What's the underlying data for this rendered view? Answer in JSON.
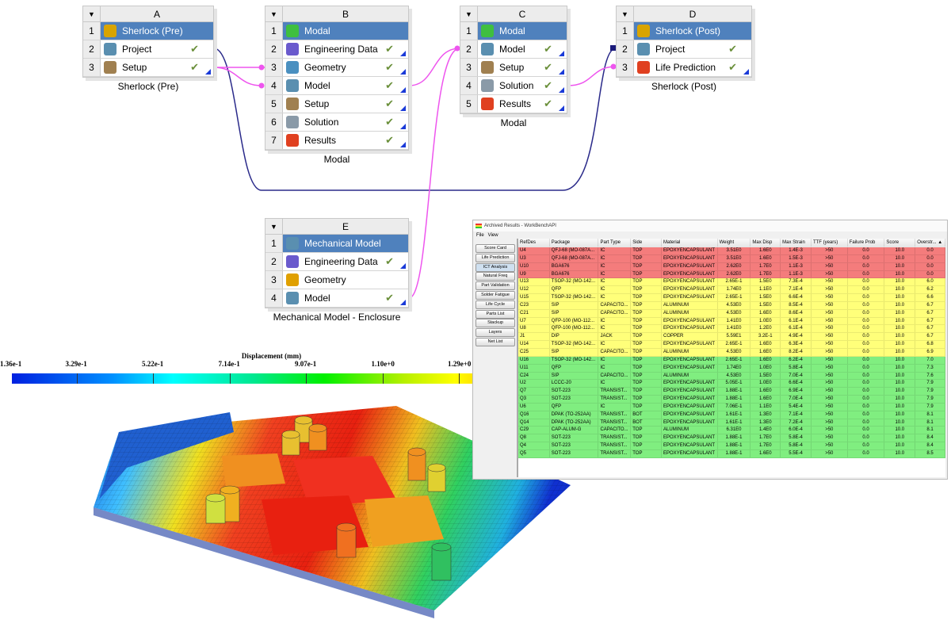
{
  "systems": [
    {
      "id": "A",
      "caption": "Sherlock (Pre)",
      "rows": [
        {
          "label": "Sherlock (Pre)",
          "icon": "gears-icon",
          "color": "#d9a400"
        },
        {
          "label": "Project",
          "icon": "model-icon",
          "color": "#5a8fb0",
          "check": true
        },
        {
          "label": "Setup",
          "icon": "setup-icon",
          "color": "#a08050",
          "check": true,
          "flag": true
        }
      ]
    },
    {
      "id": "B",
      "caption": "Modal",
      "rows": [
        {
          "label": "Modal",
          "icon": "modal-icon",
          "color": "#3fbf3f"
        },
        {
          "label": "Engineering Data",
          "icon": "book-icon",
          "color": "#6a5acd",
          "check": true,
          "flag": true
        },
        {
          "label": "Geometry",
          "icon": "geometry-icon",
          "color": "#4a90c0",
          "check": true,
          "flag": true
        },
        {
          "label": "Model",
          "icon": "model-icon",
          "color": "#5a8fb0",
          "check": true,
          "flag": true
        },
        {
          "label": "Setup",
          "icon": "setup-icon",
          "color": "#a08050",
          "check": true,
          "flag": true
        },
        {
          "label": "Solution",
          "icon": "solution-icon",
          "color": "#8a9aa8",
          "check": true,
          "flag": true
        },
        {
          "label": "Results",
          "icon": "results-icon",
          "color": "#e04020",
          "check": true,
          "flag": true
        }
      ]
    },
    {
      "id": "C",
      "caption": "Modal",
      "rows": [
        {
          "label": "Modal",
          "icon": "modal-icon",
          "color": "#3fbf3f"
        },
        {
          "label": "Model",
          "icon": "model-icon",
          "color": "#5a8fb0",
          "check": true,
          "flag": true
        },
        {
          "label": "Setup",
          "icon": "setup-icon",
          "color": "#a08050",
          "check": true,
          "flag": true
        },
        {
          "label": "Solution",
          "icon": "solution-icon",
          "color": "#8a9aa8",
          "check": true,
          "flag": true
        },
        {
          "label": "Results",
          "icon": "results-icon",
          "color": "#e04020",
          "check": true,
          "flag": true
        }
      ]
    },
    {
      "id": "D",
      "caption": "Sherlock (Post)",
      "rows": [
        {
          "label": "Sherlock (Post)",
          "icon": "gears-icon",
          "color": "#d9a400"
        },
        {
          "label": "Project",
          "icon": "model-icon",
          "color": "#5a8fb0",
          "check": true
        },
        {
          "label": "Life Prediction",
          "icon": "results-icon",
          "color": "#e04020",
          "check": true,
          "flag": true
        }
      ]
    },
    {
      "id": "E",
      "caption": "Mechanical Model - Enclosure",
      "rows": [
        {
          "label": "Mechanical Model",
          "icon": "model-icon",
          "color": "#5a8fb0"
        },
        {
          "label": "Engineering Data",
          "icon": "book-icon",
          "color": "#6a5acd",
          "check": true,
          "flag": true
        },
        {
          "label": "Geometry",
          "icon": "geometry-icon",
          "color": "#e0a000"
        },
        {
          "label": "Model",
          "icon": "model-icon",
          "color": "#5a8fb0",
          "check": true,
          "flag": true
        }
      ]
    }
  ],
  "legend": {
    "title": "Displacement (mm)",
    "ticks": [
      "1.36e-1",
      "3.29e-1",
      "5.22e-1",
      "7.14e-1",
      "9.07e-1",
      "1.10e+0",
      "1.29e+0"
    ]
  },
  "results_window": {
    "title": "Archived Results - WorkBenchAPI",
    "menu": [
      "File",
      "View"
    ],
    "tabs": [
      "Score Card",
      "Life Prediction",
      "ICT Analysis",
      "Natural Freq",
      "Part Validation",
      "Solder Fatigue",
      "Life Cycle",
      "Parts List",
      "Stackup",
      "Layers",
      "Net List"
    ],
    "selected_tab": "ICT Analysis",
    "columns": [
      "RefDes",
      "Package",
      "Part Type",
      "Side",
      "Material",
      "Weight",
      "Max Disp",
      "Max Strain",
      "TTF (years)",
      "Failure Prob",
      "Score",
      "Overstr... ▲"
    ],
    "status_colors": {
      "red": "#f47c7c",
      "yellow": "#ffff7a",
      "green": "#80ee80"
    },
    "rows": [
      [
        "red",
        "U4",
        "QFJ-68 (MO-087A...",
        "IC",
        "TOP",
        "EPOXYENCAPSULANT",
        "3.51E0",
        "1.6E0",
        "1.4E-3",
        ">50",
        "0.0",
        "10.0",
        "0.0"
      ],
      [
        "red",
        "U3",
        "QFJ-68 (MO-087A...",
        "IC",
        "TOP",
        "EPOXYENCAPSULANT",
        "3.51E0",
        "1.6E0",
        "1.5E-3",
        ">50",
        "0.0",
        "10.0",
        "0.0"
      ],
      [
        "red",
        "U10",
        "BGA676",
        "IC",
        "TOP",
        "EPOXYENCAPSULANT",
        "2.62E0",
        "1.7E0",
        "1.1E-3",
        ">50",
        "0.0",
        "10.0",
        "0.0"
      ],
      [
        "red",
        "U9",
        "BGA676",
        "IC",
        "TOP",
        "EPOXYENCAPSULANT",
        "2.62E0",
        "1.7E0",
        "1.1E-3",
        ">50",
        "0.0",
        "10.0",
        "0.0"
      ],
      [
        "yellow",
        "U13",
        "TSOP-32 (MO-142...",
        "IC",
        "TOP",
        "EPOXYENCAPSULANT",
        "2.65E-1",
        "1.5E0",
        "7.3E-4",
        ">50",
        "0.0",
        "10.0",
        "6.0"
      ],
      [
        "yellow",
        "U12",
        "QFP",
        "IC",
        "TOP",
        "EPOXYENCAPSULANT",
        "1.74E0",
        "1.1E0",
        "7.1E-4",
        ">50",
        "0.0",
        "10.0",
        "6.2"
      ],
      [
        "yellow",
        "U15",
        "TSOP-32 (MO-142...",
        "IC",
        "TOP",
        "EPOXYENCAPSULANT",
        "2.65E-1",
        "1.5E0",
        "6.6E-4",
        ">50",
        "0.0",
        "10.0",
        "6.6"
      ],
      [
        "yellow",
        "C23",
        "SIP",
        "CAPACITO...",
        "TOP",
        "ALUMINUM",
        "4.53E0",
        "1.5E0",
        "8.5E-4",
        ">50",
        "0.0",
        "10.0",
        "6.7"
      ],
      [
        "yellow",
        "C21",
        "SIP",
        "CAPACITO...",
        "TOP",
        "ALUMINUM",
        "4.53E0",
        "1.6E0",
        "8.6E-4",
        ">50",
        "0.0",
        "10.0",
        "6.7"
      ],
      [
        "yellow",
        "U7",
        "QFP-100 (MO-112...",
        "IC",
        "TOP",
        "EPOXYENCAPSULANT",
        "1.41E0",
        "1.0E0",
        "6.1E-4",
        ">50",
        "0.0",
        "10.0",
        "6.7"
      ],
      [
        "yellow",
        "U8",
        "QFP-100 (MO-112...",
        "IC",
        "TOP",
        "EPOXYENCAPSULANT",
        "1.41E0",
        "1.2E0",
        "6.1E-4",
        ">50",
        "0.0",
        "10.0",
        "6.7"
      ],
      [
        "yellow",
        "J1",
        "DIP",
        "JACK",
        "TOP",
        "COPPER",
        "5.59E1",
        "3.2E-1",
        "4.9E-4",
        ">50",
        "0.0",
        "10.0",
        "6.7"
      ],
      [
        "yellow",
        "U14",
        "TSOP-32 (MO-142...",
        "IC",
        "TOP",
        "EPOXYENCAPSULANT",
        "2.65E-1",
        "1.6E0",
        "6.3E-4",
        ">50",
        "0.0",
        "10.0",
        "6.8"
      ],
      [
        "yellow",
        "C25",
        "SIP",
        "CAPACITO...",
        "TOP",
        "ALUMINUM",
        "4.53E0",
        "1.6E0",
        "8.2E-4",
        ">50",
        "0.0",
        "10.0",
        "6.9"
      ],
      [
        "green",
        "U16",
        "TSOP-32 (MO-142...",
        "IC",
        "TOP",
        "EPOXYENCAPSULANT",
        "2.65E-1",
        "1.6E0",
        "6.2E-4",
        ">50",
        "0.0",
        "10.0",
        "7.0"
      ],
      [
        "green",
        "U11",
        "QFP",
        "IC",
        "TOP",
        "EPOXYENCAPSULANT",
        "1.74E0",
        "1.0E0",
        "5.8E-4",
        ">50",
        "0.0",
        "10.0",
        "7.3"
      ],
      [
        "green",
        "C24",
        "SIP",
        "CAPACITO...",
        "TOP",
        "ALUMINUM",
        "4.53E0",
        "1.5E0",
        "7.0E-4",
        ">50",
        "0.0",
        "10.0",
        "7.6"
      ],
      [
        "green",
        "U2",
        "LCCC-20",
        "IC",
        "TOP",
        "EPOXYENCAPSULANT",
        "5.05E-1",
        "1.0E0",
        "6.6E-4",
        ">50",
        "0.0",
        "10.0",
        "7.9"
      ],
      [
        "green",
        "Q7",
        "SOT-223",
        "TRANSIST...",
        "TOP",
        "EPOXYENCAPSULANT",
        "1.88E-1",
        "1.6E0",
        "6.9E-4",
        ">50",
        "0.0",
        "10.0",
        "7.9"
      ],
      [
        "green",
        "Q3",
        "SOT-223",
        "TRANSIST...",
        "TOP",
        "EPOXYENCAPSULANT",
        "1.88E-1",
        "1.6E0",
        "7.0E-4",
        ">50",
        "0.0",
        "10.0",
        "7.9"
      ],
      [
        "green",
        "U6",
        "QFP",
        "IC",
        "TOP",
        "EPOXYENCAPSULANT",
        "7.06E-1",
        "1.1E0",
        "5.4E-4",
        ">50",
        "0.0",
        "10.0",
        "7.9"
      ],
      [
        "green",
        "Q16",
        "DPAK (TO-252AA)",
        "TRANSIST...",
        "BOT",
        "EPOXYENCAPSULANT",
        "1.61E-1",
        "1.3E0",
        "7.1E-4",
        ">50",
        "0.0",
        "10.0",
        "8.1"
      ],
      [
        "green",
        "Q14",
        "DPAK (TO-252AA)",
        "TRANSIST...",
        "BOT",
        "EPOXYENCAPSULANT",
        "1.61E-1",
        "1.3E0",
        "7.2E-4",
        ">50",
        "0.0",
        "10.0",
        "8.1"
      ],
      [
        "green",
        "C29",
        "CAP-ALUM-G",
        "CAPACITO...",
        "TOP",
        "ALUMINUM",
        "6.31E0",
        "1.4E0",
        "6.0E-4",
        ">50",
        "0.0",
        "10.0",
        "8.1"
      ],
      [
        "green",
        "Q8",
        "SOT-223",
        "TRANSIST...",
        "TOP",
        "EPOXYENCAPSULANT",
        "1.88E-1",
        "1.7E0",
        "5.8E-4",
        ">50",
        "0.0",
        "10.0",
        "8.4"
      ],
      [
        "green",
        "Q4",
        "SOT-223",
        "TRANSIST...",
        "TOP",
        "EPOXYENCAPSULANT",
        "1.88E-1",
        "1.7E0",
        "5.8E-4",
        ">50",
        "0.0",
        "10.0",
        "8.4"
      ],
      [
        "green",
        "Q5",
        "SOT-223",
        "TRANSIST...",
        "TOP",
        "EPOXYENCAPSULANT",
        "1.88E-1",
        "1.6E0",
        "5.5E-4",
        ">50",
        "0.0",
        "10.0",
        "8.5"
      ]
    ]
  }
}
